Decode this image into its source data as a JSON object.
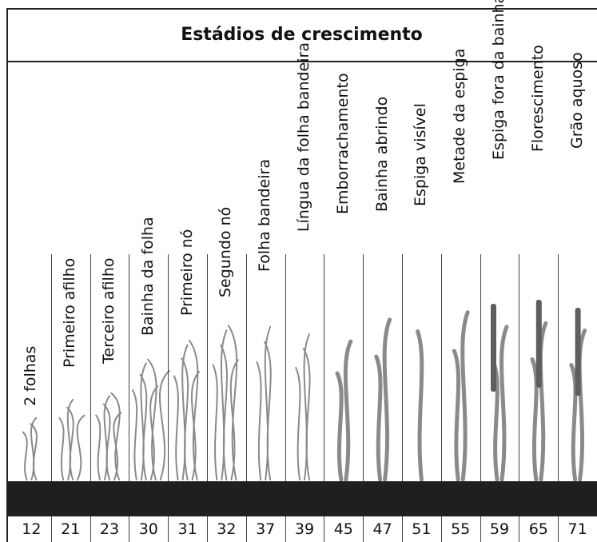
{
  "title": "Estádios de crescimento",
  "stages": [
    {
      "label": "2 folhas",
      "code": "12"
    },
    {
      "label": "Primeiro afilho",
      "code": "21"
    },
    {
      "label": "Terceiro afilho",
      "code": "23"
    },
    {
      "label": "Bainha da folha",
      "code": "30"
    },
    {
      "label": "Primeiro nó",
      "code": "31"
    },
    {
      "label": "Segundo nó",
      "code": "32"
    },
    {
      "label": "Folha bandeira",
      "code": "37"
    },
    {
      "label": "Língua da folha bandeira",
      "code": "39"
    },
    {
      "label": "Emborrachamento",
      "code": "45"
    },
    {
      "label": "Bainha abrindo",
      "code": "47"
    },
    {
      "label": "Espiga visível",
      "code": "51"
    },
    {
      "label": "Metade da espiga",
      "code": "55"
    },
    {
      "label": "Espiga fora da bainha",
      "code": "59"
    },
    {
      "label": "Florescimento",
      "code": "65"
    },
    {
      "label": "Grão aquoso",
      "code": "71"
    }
  ],
  "colors": {
    "plant": "#8a8a8a",
    "plant_dark": "#5e5e5e",
    "soil": "#1f1f1f",
    "text": "#111111"
  }
}
